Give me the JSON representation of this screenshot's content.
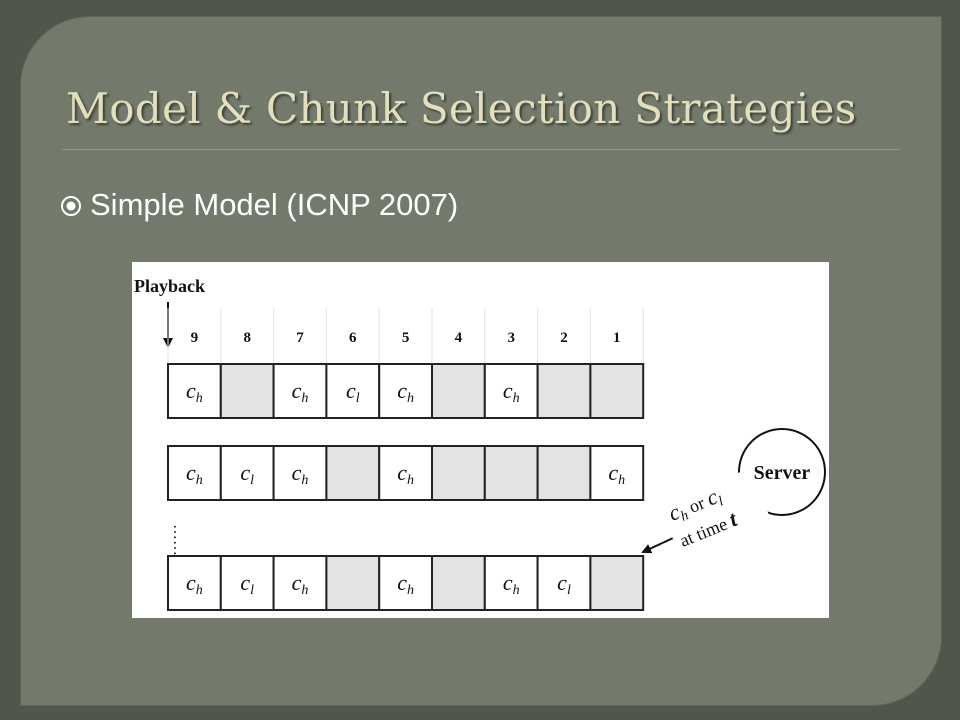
{
  "slide": {
    "title": "Model & Chunk Selection Strategies",
    "bullet_text": "Simple Model (ICNP 2007)",
    "bullet_icon": "circled-dot-icon"
  },
  "diagram": {
    "playback_label": "Playback",
    "column_labels": [
      "9",
      "8",
      "7",
      "6",
      "5",
      "4",
      "3",
      "2",
      "1"
    ],
    "ellipsis": "……",
    "server_label": "Server",
    "note": {
      "line1": [
        {
          "text": "c",
          "style": "italic"
        },
        {
          "text": "h",
          "style": "italic-sub"
        },
        {
          "text": " or ",
          "style": "normal"
        },
        {
          "text": "c",
          "style": "italic"
        },
        {
          "text": "l",
          "style": "italic-sub"
        }
      ],
      "line2": [
        {
          "text": "at time ",
          "style": "normal"
        },
        {
          "text": "t",
          "style": "bold-italic"
        }
      ]
    },
    "rows": [
      [
        "h",
        "",
        "h",
        "l",
        "h",
        "",
        "h",
        "",
        ""
      ],
      [
        "h",
        "l",
        "h",
        "",
        "h",
        "",
        "",
        "",
        "h"
      ],
      [
        "h",
        "l",
        "h",
        "",
        "h",
        "",
        "h",
        "l",
        ""
      ]
    ],
    "cell_letter": "c",
    "colors": {
      "empty_cell": "#e3e3e3",
      "filled_cell": "#ffffff",
      "stroke": "#222222"
    }
  }
}
